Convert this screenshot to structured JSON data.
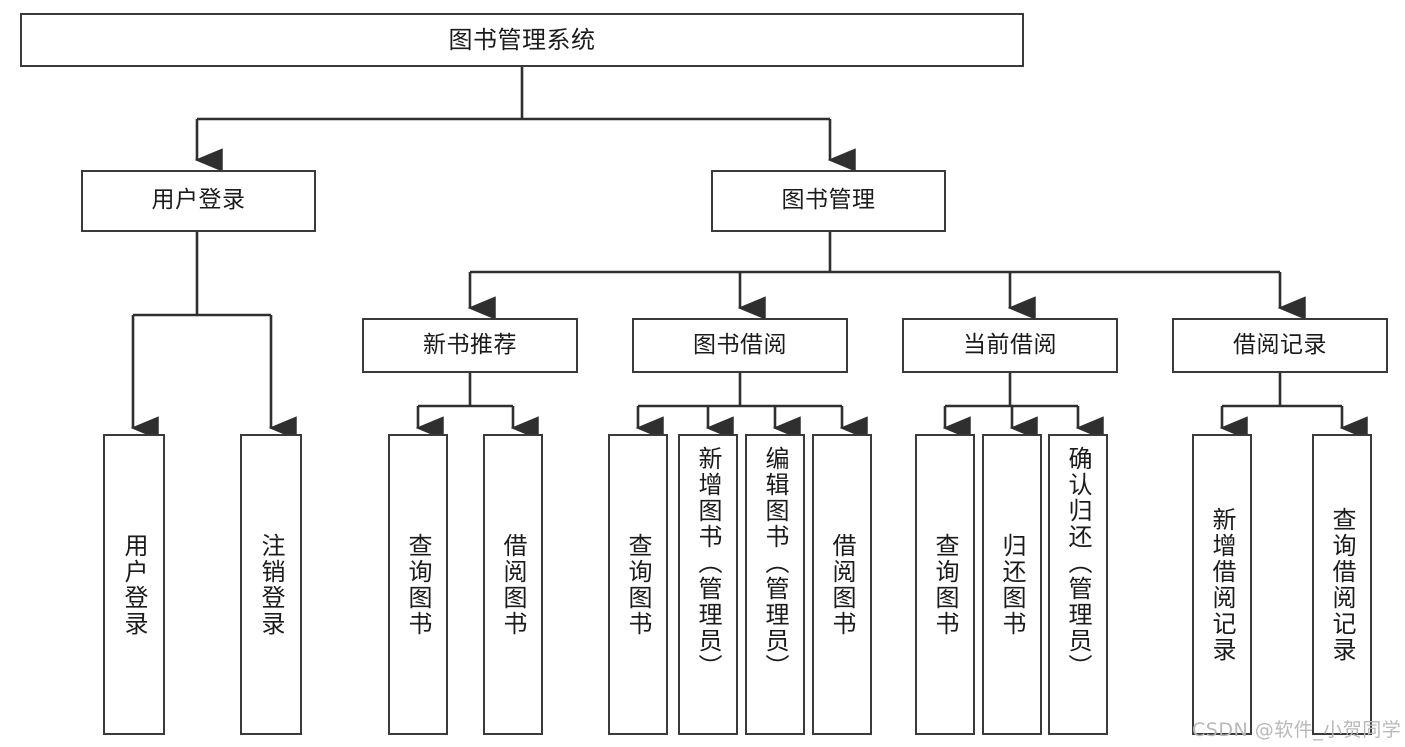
{
  "diagram": {
    "title": "图书管理系统",
    "type": "functional-structure-tree",
    "watermark": "CSDN @软件_小贺同学",
    "colors": {
      "box_border": "#3a3a3a",
      "box_fill": "#ffffff",
      "connector": "#2f2f2f",
      "text": "#1b1b1b",
      "watermark": "#b9b9b9"
    },
    "root": {
      "label": "图书管理系统"
    },
    "level2": [
      {
        "label": "用户登录"
      },
      {
        "label": "图书管理"
      }
    ],
    "level3": [
      {
        "label": "新书推荐"
      },
      {
        "label": "图书借阅"
      },
      {
        "label": "当前借阅"
      },
      {
        "label": "借阅记录"
      }
    ],
    "leaves": {
      "user_login": [
        {
          "label": "用户登录"
        },
        {
          "label": "注销登录"
        }
      ],
      "new_book_recommend": [
        {
          "label": "查询图书"
        },
        {
          "label": "借阅图书"
        }
      ],
      "book_borrow": [
        {
          "label": "查询图书"
        },
        {
          "label": "新增图书（管理员）"
        },
        {
          "label": "编辑图书（管理员）"
        },
        {
          "label": "借阅图书"
        }
      ],
      "current_borrow": [
        {
          "label": "查询图书"
        },
        {
          "label": "归还图书"
        },
        {
          "label": "确认归还（管理员）"
        }
      ],
      "borrow_record": [
        {
          "label": "新增借阅记录"
        },
        {
          "label": "查询借阅记录"
        }
      ]
    }
  }
}
